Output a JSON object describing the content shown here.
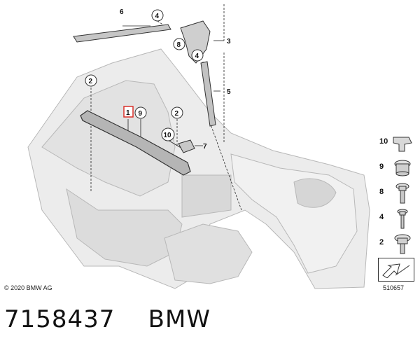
{
  "caption": "7158437    BMW",
  "copyright": "© 2020 BMW AG",
  "drawing_number": "510657",
  "callouts": {
    "c6": "6",
    "c4a": "4",
    "c8": "8",
    "c3": "3",
    "c4b": "4",
    "c5": "5",
    "c2a": "2",
    "c1": "1",
    "c9": "9",
    "c2b": "2",
    "c10": "10",
    "c7": "7"
  },
  "legend": [
    {
      "label": "10",
      "icon": "clip-icon"
    },
    {
      "label": "9",
      "icon": "nut-icon"
    },
    {
      "label": "8",
      "icon": "bolt-icon"
    },
    {
      "label": "4",
      "icon": "bolt-icon"
    },
    {
      "label": "2",
      "icon": "bolt-icon"
    }
  ],
  "colors": {
    "highlight": "#d9312b",
    "line": "#222222",
    "body": "#e6e6e6",
    "part": "#bdbdbd"
  }
}
